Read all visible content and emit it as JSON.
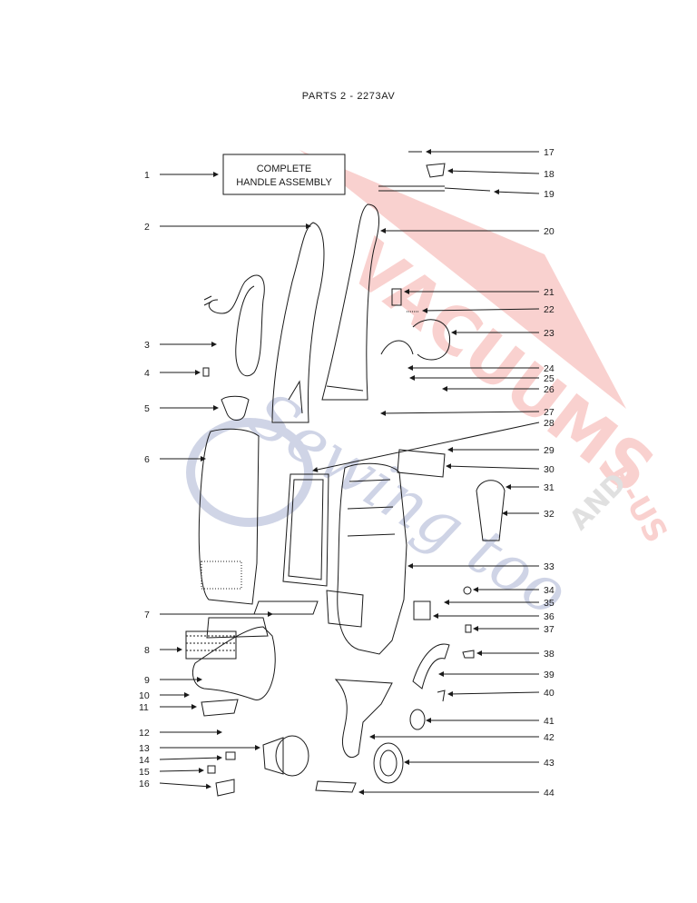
{
  "page": {
    "title": "PARTS 2 - 2273AV"
  },
  "callout_box": {
    "line1": "COMPLETE",
    "line2": "HANDLE ASSEMBLY"
  },
  "watermark": {
    "main": "VACUUMS",
    "sub": "R-US",
    "and": "AND",
    "script": "Sewing too"
  },
  "left_callouts": [
    "1",
    "2",
    "3",
    "4",
    "5",
    "6",
    "7",
    "8",
    "9",
    "10",
    "11",
    "12",
    "13",
    "14",
    "15",
    "16"
  ],
  "right_callouts": [
    "17",
    "18",
    "19",
    "20",
    "21",
    "22",
    "23",
    "24",
    "25",
    "26",
    "27",
    "28",
    "29",
    "30",
    "31",
    "32",
    "33",
    "34",
    "35",
    "36",
    "37",
    "38",
    "39",
    "40",
    "41",
    "42",
    "43",
    "44"
  ],
  "colors": {
    "line": "#1a1a1a",
    "watermark_red": "#e8332a",
    "watermark_blue": "#2b3f8f"
  }
}
